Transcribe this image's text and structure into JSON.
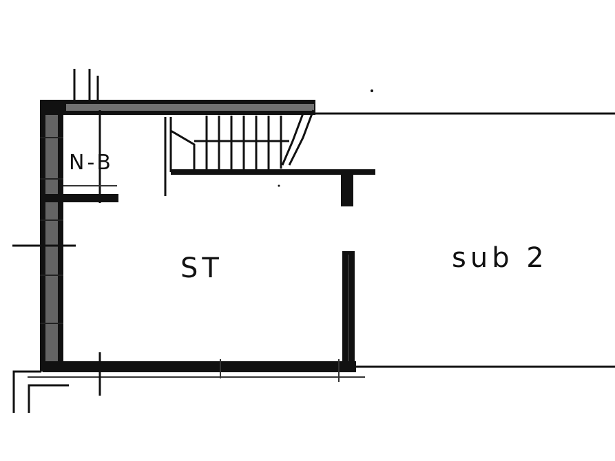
{
  "plan": {
    "rooms": [
      {
        "id": "small-room",
        "label": "N-B"
      },
      {
        "id": "main-room",
        "label": "ST"
      },
      {
        "id": "adjacent-unit",
        "label": "sub 2"
      }
    ],
    "ink_color": "#111111",
    "background_color": "#ffffff"
  }
}
